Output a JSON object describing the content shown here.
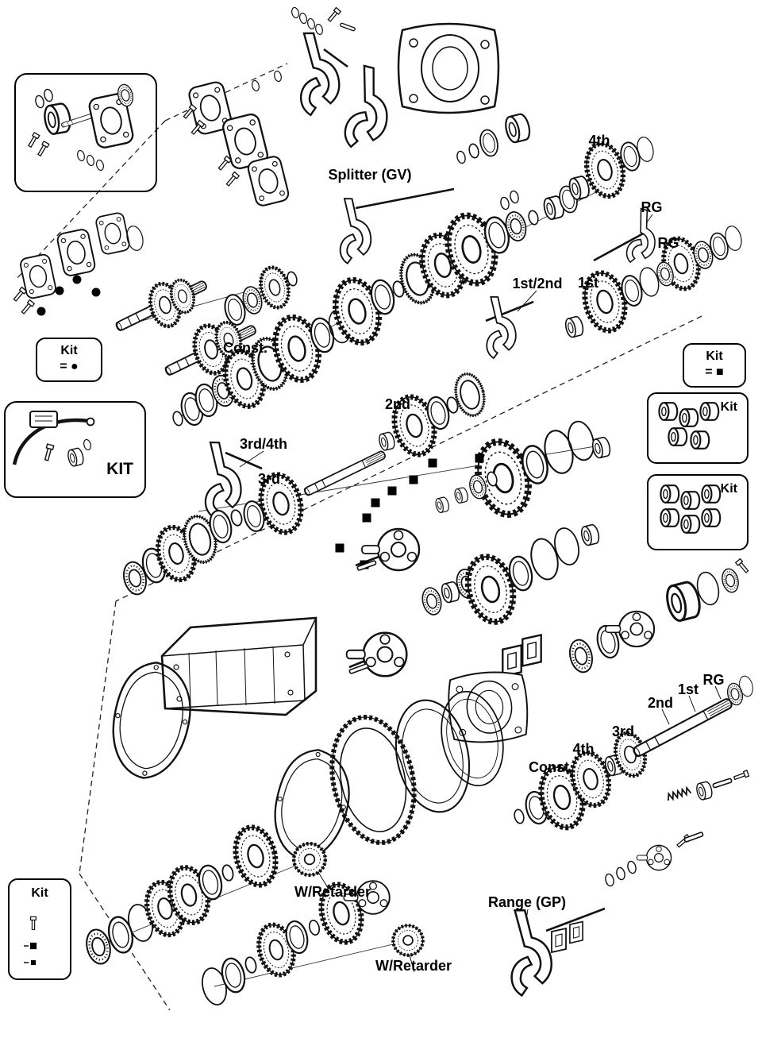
{
  "labels": {
    "splitter_gv": "Splitter (GV)",
    "fourth_top": "4th",
    "rg_1": "RG",
    "rg_2": "RG",
    "first_second": "1st/2nd",
    "first_top": "1st",
    "const_top": "Const.",
    "second_mid": "2nd",
    "third_fourth": "3rd/4th",
    "third_mid": "3rd",
    "second_out": "2nd",
    "first_out": "1st",
    "rg_out": "RG",
    "third_out": "3rd",
    "fourth_out": "4th",
    "const_out": "Const.",
    "w_retarder_top": "W/Retarder",
    "range_gp": "Range (GP)",
    "w_retarder_bottom": "W/Retarder"
  },
  "legends": {
    "kit_dot": {
      "title": "Kit",
      "symbol_line": "= ●"
    },
    "kit_square": {
      "title": "Kit",
      "symbol_line": "= ■"
    },
    "kit_cable": {
      "title": "KIT"
    },
    "kit_rollers_top": {
      "title": "Kit"
    },
    "kit_rollers_bottom": {
      "title": "Kit"
    },
    "kit_bottom": {
      "title": "Kit"
    }
  },
  "colors": {
    "ink": "#111111",
    "paper": "#ffffff"
  }
}
